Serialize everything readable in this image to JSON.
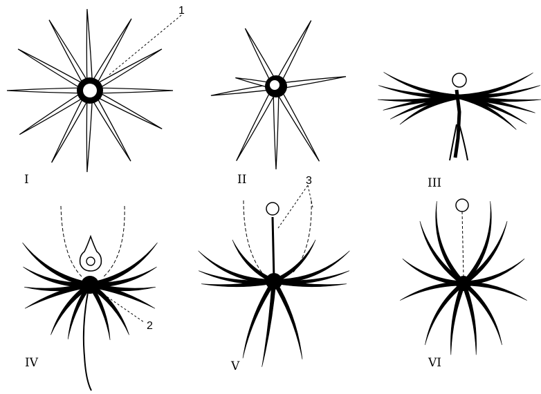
{
  "panels": [
    {
      "label": "I"
    },
    {
      "label": "II"
    },
    {
      "label": "III"
    },
    {
      "label": "IV"
    },
    {
      "label": "V"
    },
    {
      "label": "VI"
    }
  ],
  "callouts": [
    {
      "label": "1"
    },
    {
      "label": "2"
    },
    {
      "label": "3"
    }
  ],
  "colors": {
    "ink": "#000000",
    "paper": "#ffffff"
  }
}
